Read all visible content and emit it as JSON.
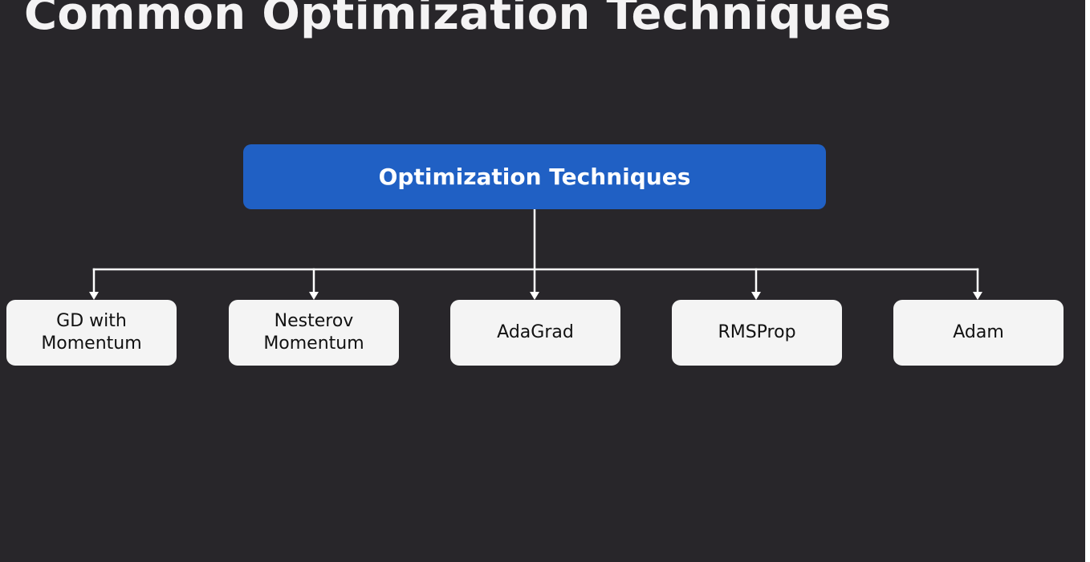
{
  "title": "Common Optimization Techniques",
  "diagram": {
    "root": {
      "label": "Optimization Techniques",
      "color": "#2060c4"
    },
    "children": [
      {
        "label": "GD with\nMomentum"
      },
      {
        "label": "Nesterov\nMomentum"
      },
      {
        "label": "AdaGrad"
      },
      {
        "label": "RMSProp"
      },
      {
        "label": "Adam"
      }
    ]
  },
  "colors": {
    "background": "#28262a",
    "node_fill": "#f4f4f4",
    "connector": "#ffffff"
  }
}
